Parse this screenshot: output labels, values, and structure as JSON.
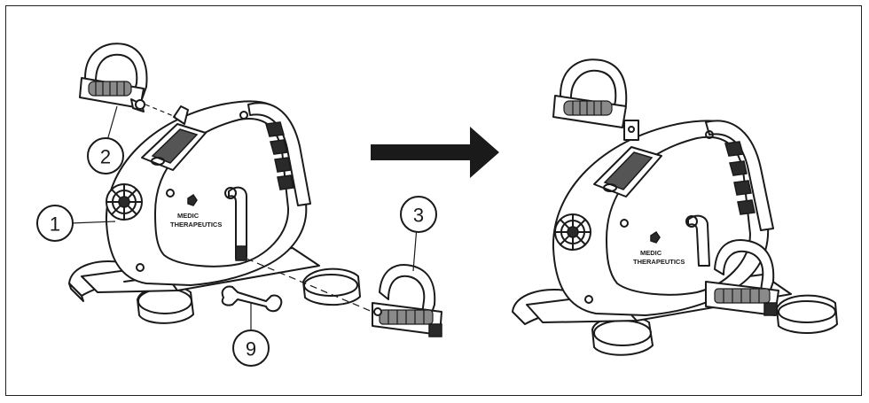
{
  "callouts": [
    {
      "id": "1",
      "label": "1"
    },
    {
      "id": "2",
      "label": "2"
    },
    {
      "id": "3",
      "label": "3"
    },
    {
      "id": "9",
      "label": "9"
    }
  ],
  "brand": {
    "line1": "MEDIC",
    "line2": "THERAPEUTICS"
  },
  "colors": {
    "ink": "#1a1a1a",
    "arrow": "#1a1a1a",
    "background": "#ffffff"
  }
}
